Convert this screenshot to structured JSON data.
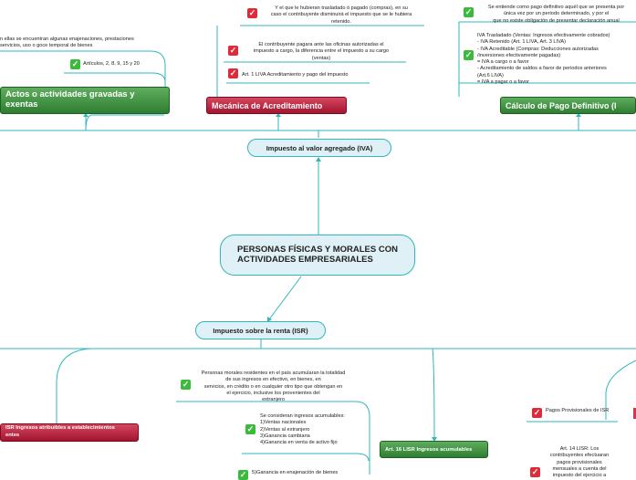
{
  "center": "PERSONAS FÍSICAS Y MORALES CON ACTIVIDADES EMPRESARIALES",
  "iva": {
    "label": "Impuesto al valor agregado (IVA)",
    "actos": "Actos o actividades gravadas y exentas",
    "actos_note1": "n ellas se encuentran algunas enajenaciones, prestaciones\nservicios, uso o goce temporal de bienes",
    "actos_note2": "Artículos, 2, 8, 9, 15 y 20",
    "mecanica": "Mecánica de Acreditamiento",
    "mec_note1": "Y el que le hubieran trasladado ó pagado (compras), en su\ncaso el contribuyente disminuirá el impuesto que se le hubiera\nretenido.",
    "mec_note2": "El contribuyente pagara ante las oficinas autorizadas el\nimpuesto a cargo, la diferencia entre el impuesto a su cargo\n(ventas)",
    "mec_note3": "Art. 1 LIVA Acreditamiento y pago del impuesto",
    "calculo": "Cálculo de Pago Definitivo (I",
    "calc_note1": "Se entiende como pago definitivo aquél que se presenta por\núnica vez por un periodo determinado, y por el\nque no existe obligación de presentar declaración anual",
    "calc_note2": "IVA Trasladado (Ventas: Ingresos efectivamente cobrados)\n- IVA Retenido (Art. 1 LIVA, Art. 3 LIVA)\n- IVA Acreditable (Compras: Deducciones autorizadas\n/inversiones efectivamente pagadas)\n= IVA a cargo o a favor\n- Acreditamiento de saldos a favor de periodos anteriores\n(Art.6 LIVA)\n= IVA a pagar o a favor"
  },
  "isr": {
    "label": "Impuesto sobre la renta (ISR)",
    "red_box": "ISR Ingresos atribuibles a establecimientos\nentes",
    "note_morales": "Personas morales residentes en el país acumularan la totalidad\nde sus ingresos en efectivo, en bienes, en\nservicios, en crédito o en cualquier otro tipo que obtengan en\nel ejercicio, inclusive los provenientes del\nextranjero",
    "note_ingresos": "Se consideran ingresos acumulables:\n1)Ventas nacionales\n2)Ventas al extranjero\n3)Ganancia cambiaria\n4)Ganancia en venta de activo fijo",
    "note_5": "5)Ganancia en enajenación de bienes",
    "art16": "Art. 16 LISR Ingresos acumulables",
    "pagos": "Pagos Provisionales de ISR",
    "art14": "Art. 14 LISR: Los\ncontribuyentes efectuaran\npagos provisionales\nmensuales a cuenta del\nimpuesto del ejercicio a"
  }
}
